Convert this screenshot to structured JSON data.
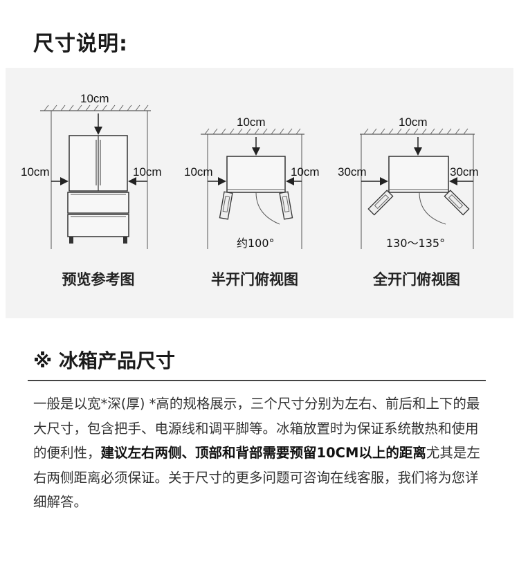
{
  "heading": "尺寸说明:",
  "diagram": {
    "panels": [
      {
        "caption": "预览参考图",
        "top_gap": "10cm",
        "left_gap": "10cm",
        "right_gap": "10cm"
      },
      {
        "caption": "半开门俯视图",
        "top_gap": "10cm",
        "left_gap": "10cm",
        "right_gap": "10cm",
        "angle": "约100°"
      },
      {
        "caption": "全开门俯视图",
        "top_gap": "10cm",
        "left_gap": "30cm",
        "right_gap": "30cm",
        "angle": "130～135°"
      }
    ]
  },
  "section": {
    "title": "※ 冰箱产品尺寸",
    "paragraph_1": "一般是以宽*深(厚) *高的规格展示，三个尺寸分别为左右、前后和上下的最大尺寸，包含把手、电源线和调平脚等。冰箱放置时为保证系统散热和使用的便利性，",
    "paragraph_bold": "建议左右两侧、顶部和背部需要预留10CM以上的距离",
    "paragraph_2": "尤其是左右两侧距离必须保证。关于尺寸的更多问题可咨询在线客服，我们将为您详细解答。"
  }
}
